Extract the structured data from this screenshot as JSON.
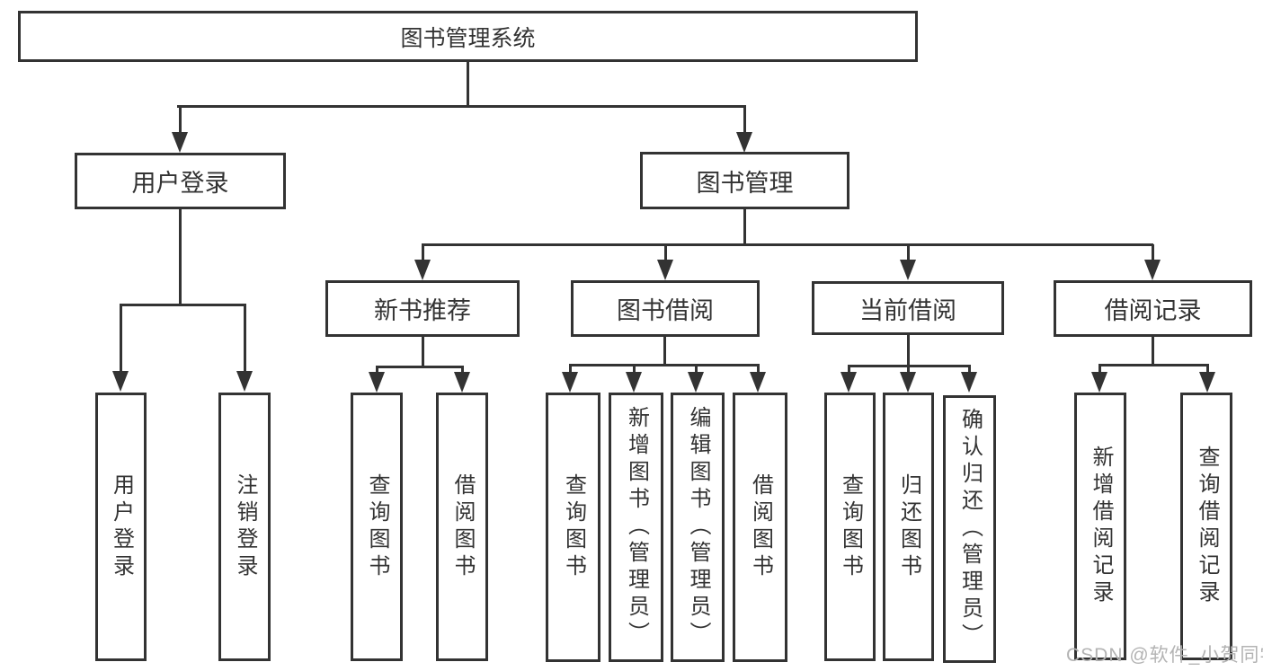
{
  "diagram": {
    "nodes": {
      "root": "图书管理系统",
      "userLogin": "用户登录",
      "bookMgmt": "图书管理",
      "loginUser": "用户登录",
      "logoutUser": "注销登录",
      "newBooks": "新书推荐",
      "bookBorrow": "图书借阅",
      "currentBorrow": "当前借阅",
      "borrowRecords": "借阅记录",
      "nbQuery": "查询图书",
      "nbBorrow": "借阅图书",
      "bbQuery": "查询图书",
      "bbAdd": "新增图书（管理员）",
      "bbEdit": "编辑图书（管理员）",
      "bbBorrow": "借阅图书",
      "cbQuery": "查询图书",
      "cbReturn": "归还图书",
      "cbConfirm": "确认归还（管理员）",
      "brAdd": "新增借阅记录",
      "brQuery": "查询借阅记录"
    },
    "watermark": "CSDN @软件_小贺同学",
    "colors": {
      "line": "#333333",
      "text": "#333333",
      "watermark": "#b3b3b3",
      "background": "#ffffff"
    }
  }
}
